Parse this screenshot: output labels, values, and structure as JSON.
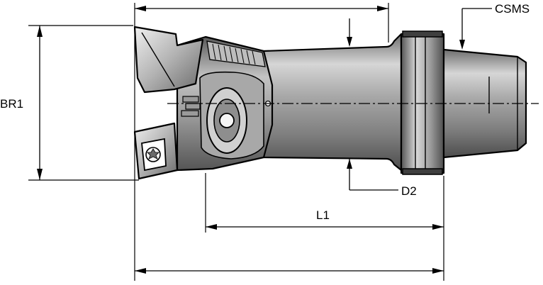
{
  "labels": {
    "br1": "BR1",
    "csms": "CSMS",
    "d2": "D2",
    "l1": "L1"
  },
  "colors": {
    "line": "#000000",
    "background": "#ffffff",
    "shade_dark": "#4a4a4a",
    "shade_mid": "#8a8a8a",
    "shade_light": "#c8c8c8",
    "highlight": "#eeeeee"
  }
}
